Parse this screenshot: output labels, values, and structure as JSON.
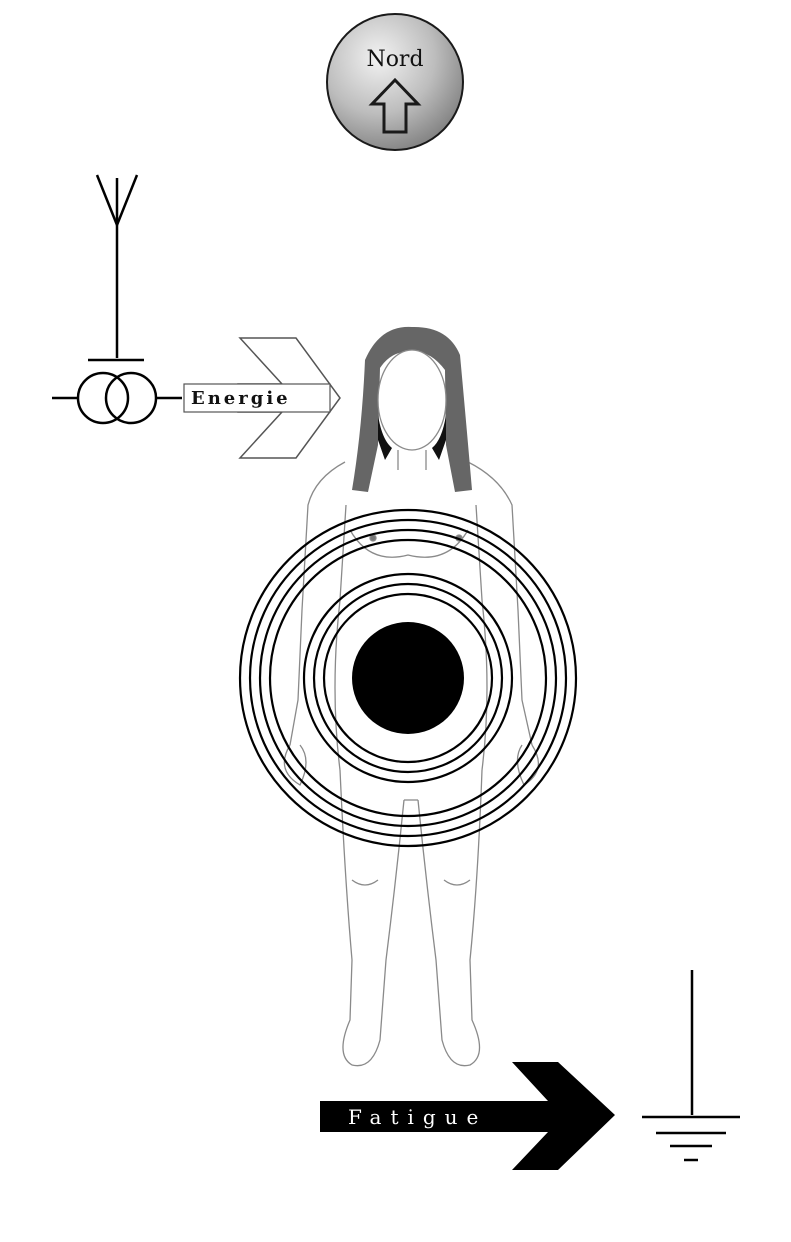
{
  "compass": {
    "label": "Nord",
    "icon": "north-arrow-icon"
  },
  "labels": {
    "energie": "Energie",
    "fatigue": "Fatigue"
  },
  "icons": {
    "antenna": "antenna-icon",
    "transformer": "transformer-icon",
    "ground": "ground-icon",
    "energy_arrow": "hollow-arrow-icon",
    "fatigue_arrow": "solid-arrow-icon"
  },
  "colors": {
    "hair": "#666666",
    "ink": "#000000",
    "outline": "#8a8a8a",
    "background": "#ffffff",
    "compass_light": "#e6e6e6",
    "compass_dark": "#8c8c8c"
  }
}
